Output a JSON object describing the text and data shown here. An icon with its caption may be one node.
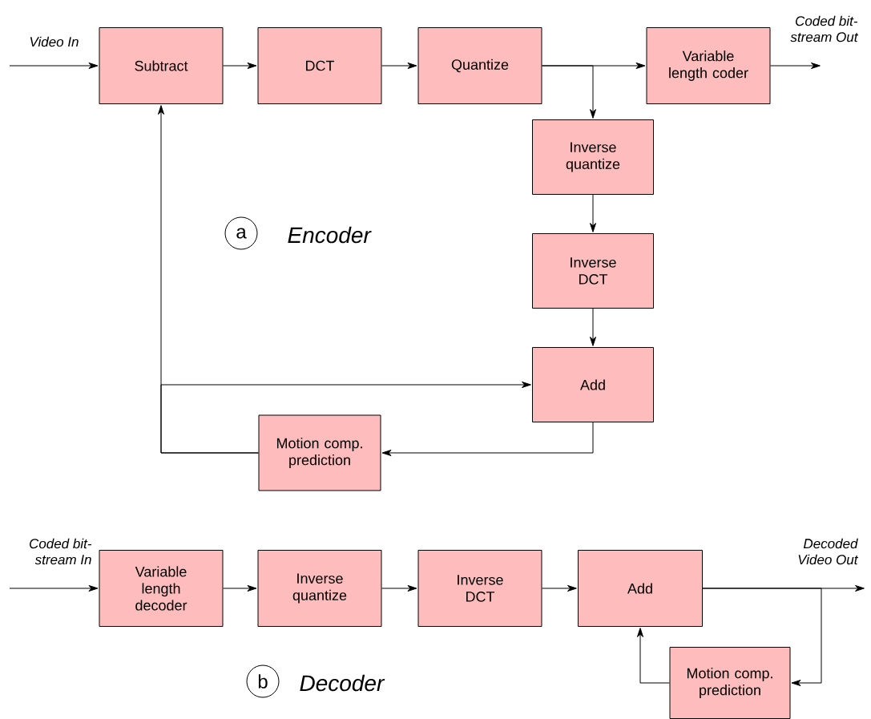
{
  "diagram": {
    "nodes": [
      {
        "text": [
          "Subtract"
        ]
      },
      {
        "text": [
          "DCT"
        ]
      },
      {
        "text": [
          "Quantize"
        ]
      },
      {
        "text": [
          "Variable length coder"
        ]
      },
      {
        "text": [
          "Inverse quantize"
        ]
      },
      {
        "text": [
          "Inverse DCT"
        ]
      },
      {
        "text": [
          "Add"
        ]
      },
      {
        "text": [
          "Motion comp. prediction"
        ]
      },
      {
        "text": [
          "a"
        ],
        "beside": [
          "Encoder"
        ]
      },
      {
        "text": [
          "Variable length decoder"
        ]
      },
      {
        "text": [
          "Inverse quantize"
        ]
      },
      {
        "text": [
          "Inverse DCT"
        ]
      },
      {
        "text": [
          "Add"
        ]
      },
      {
        "text": [
          "b"
        ],
        "beside": [
          "Decoder"
        ]
      },
      {
        "text": [
          "Motion comp. prediction"
        ]
      }
    ],
    "edges": [
      {
        "from": null,
        "to": 0,
        "arrow": "to",
        "label": "Video In"
      },
      {
        "from": 0,
        "to": 1,
        "arrow": "to"
      },
      {
        "from": 1,
        "to": 2,
        "arrow": "to"
      },
      {
        "from": 2,
        "to": 3,
        "arrow": "to"
      },
      {
        "from": 3,
        "to": null,
        "arrow": "to",
        "label": "Coded bit- stream Out"
      },
      {
        "from": 2,
        "to": 4,
        "arrow": "to"
      },
      {
        "from": 4,
        "to": 5,
        "arrow": "to"
      },
      {
        "from": 5,
        "to": 6,
        "arrow": "to"
      },
      {
        "from": 6,
        "to": 7,
        "arrow": "to"
      },
      {
        "from": 7,
        "to": 0,
        "arrow": "to"
      },
      {
        "from": 7,
        "to": 6,
        "arrow": "to"
      },
      {
        "from": null,
        "to": 9,
        "arrow": "to",
        "label": "Coded bit- stream  In"
      },
      {
        "from": 9,
        "to": 10,
        "arrow": "to"
      },
      {
        "from": 10,
        "to": 11,
        "arrow": "to"
      },
      {
        "from": 11,
        "to": 12,
        "arrow": "to"
      },
      {
        "from": 12,
        "to": null,
        "arrow": "to",
        "label": "Decoded Video Out"
      },
      {
        "from": 12,
        "to": 14,
        "arrow": "to"
      },
      {
        "from": 14,
        "to": 12,
        "arrow": "to"
      }
    ]
  }
}
